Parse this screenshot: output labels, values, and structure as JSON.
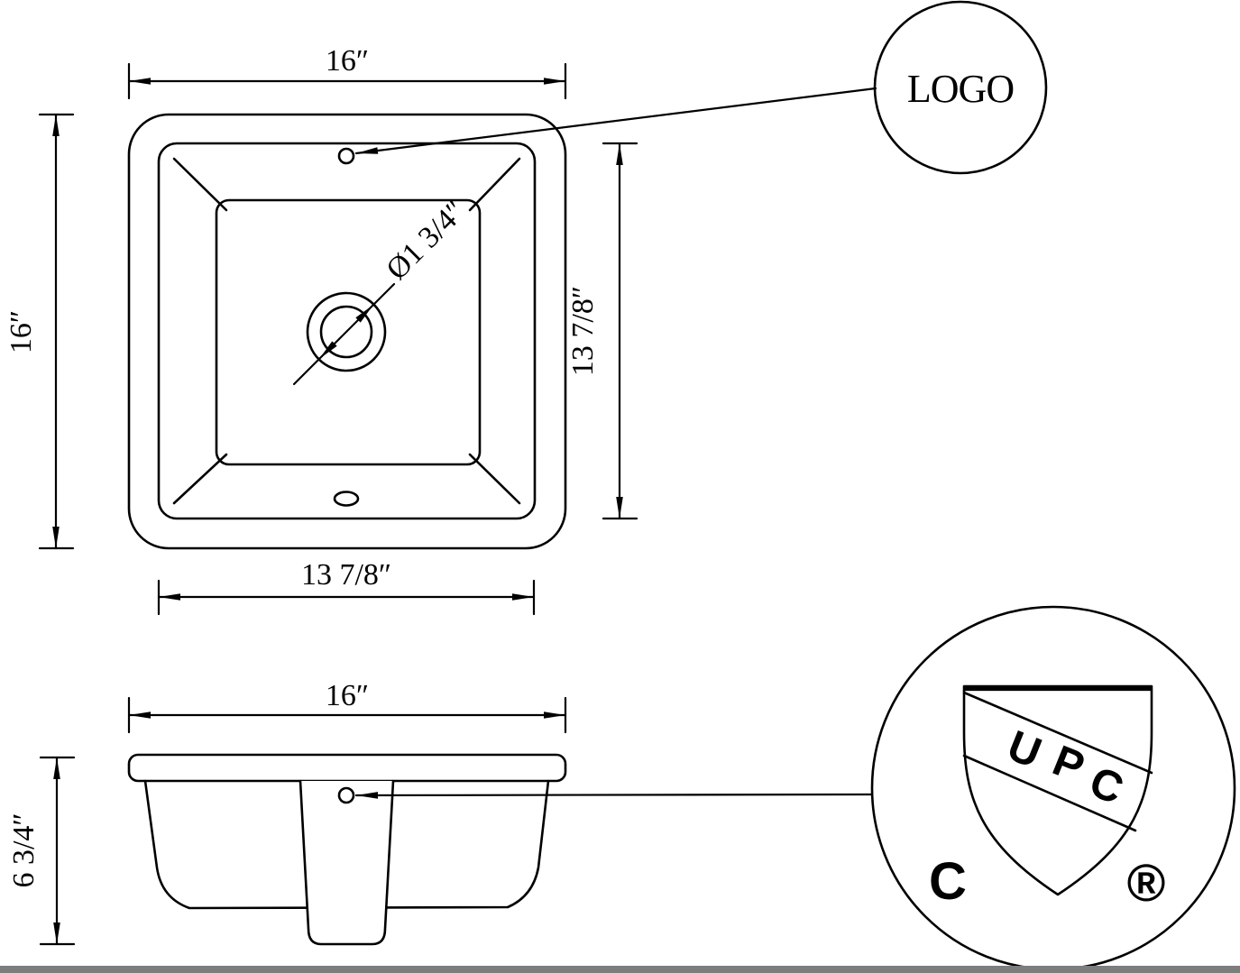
{
  "drawing": {
    "top_view": {
      "dim_width_top": "16″",
      "dim_height_left": "16″",
      "dim_basin_height_right": "13 7/8″",
      "dim_basin_width_bottom": "13 7/8″",
      "drain_diameter_label": "Ø1 3/4″"
    },
    "side_view": {
      "dim_width_top": "16″",
      "dim_height_left": "6 3/4″"
    },
    "logo_callout": {
      "label": "LOGO"
    },
    "upc_callout": {
      "letter_u": "U",
      "letter_p": "P",
      "letter_c": "C",
      "left_mark": "C",
      "registered_mark": "®"
    },
    "colors": {
      "line": "#000000",
      "background": "#ffffff",
      "footer_bar": "#7d7d7d"
    }
  }
}
